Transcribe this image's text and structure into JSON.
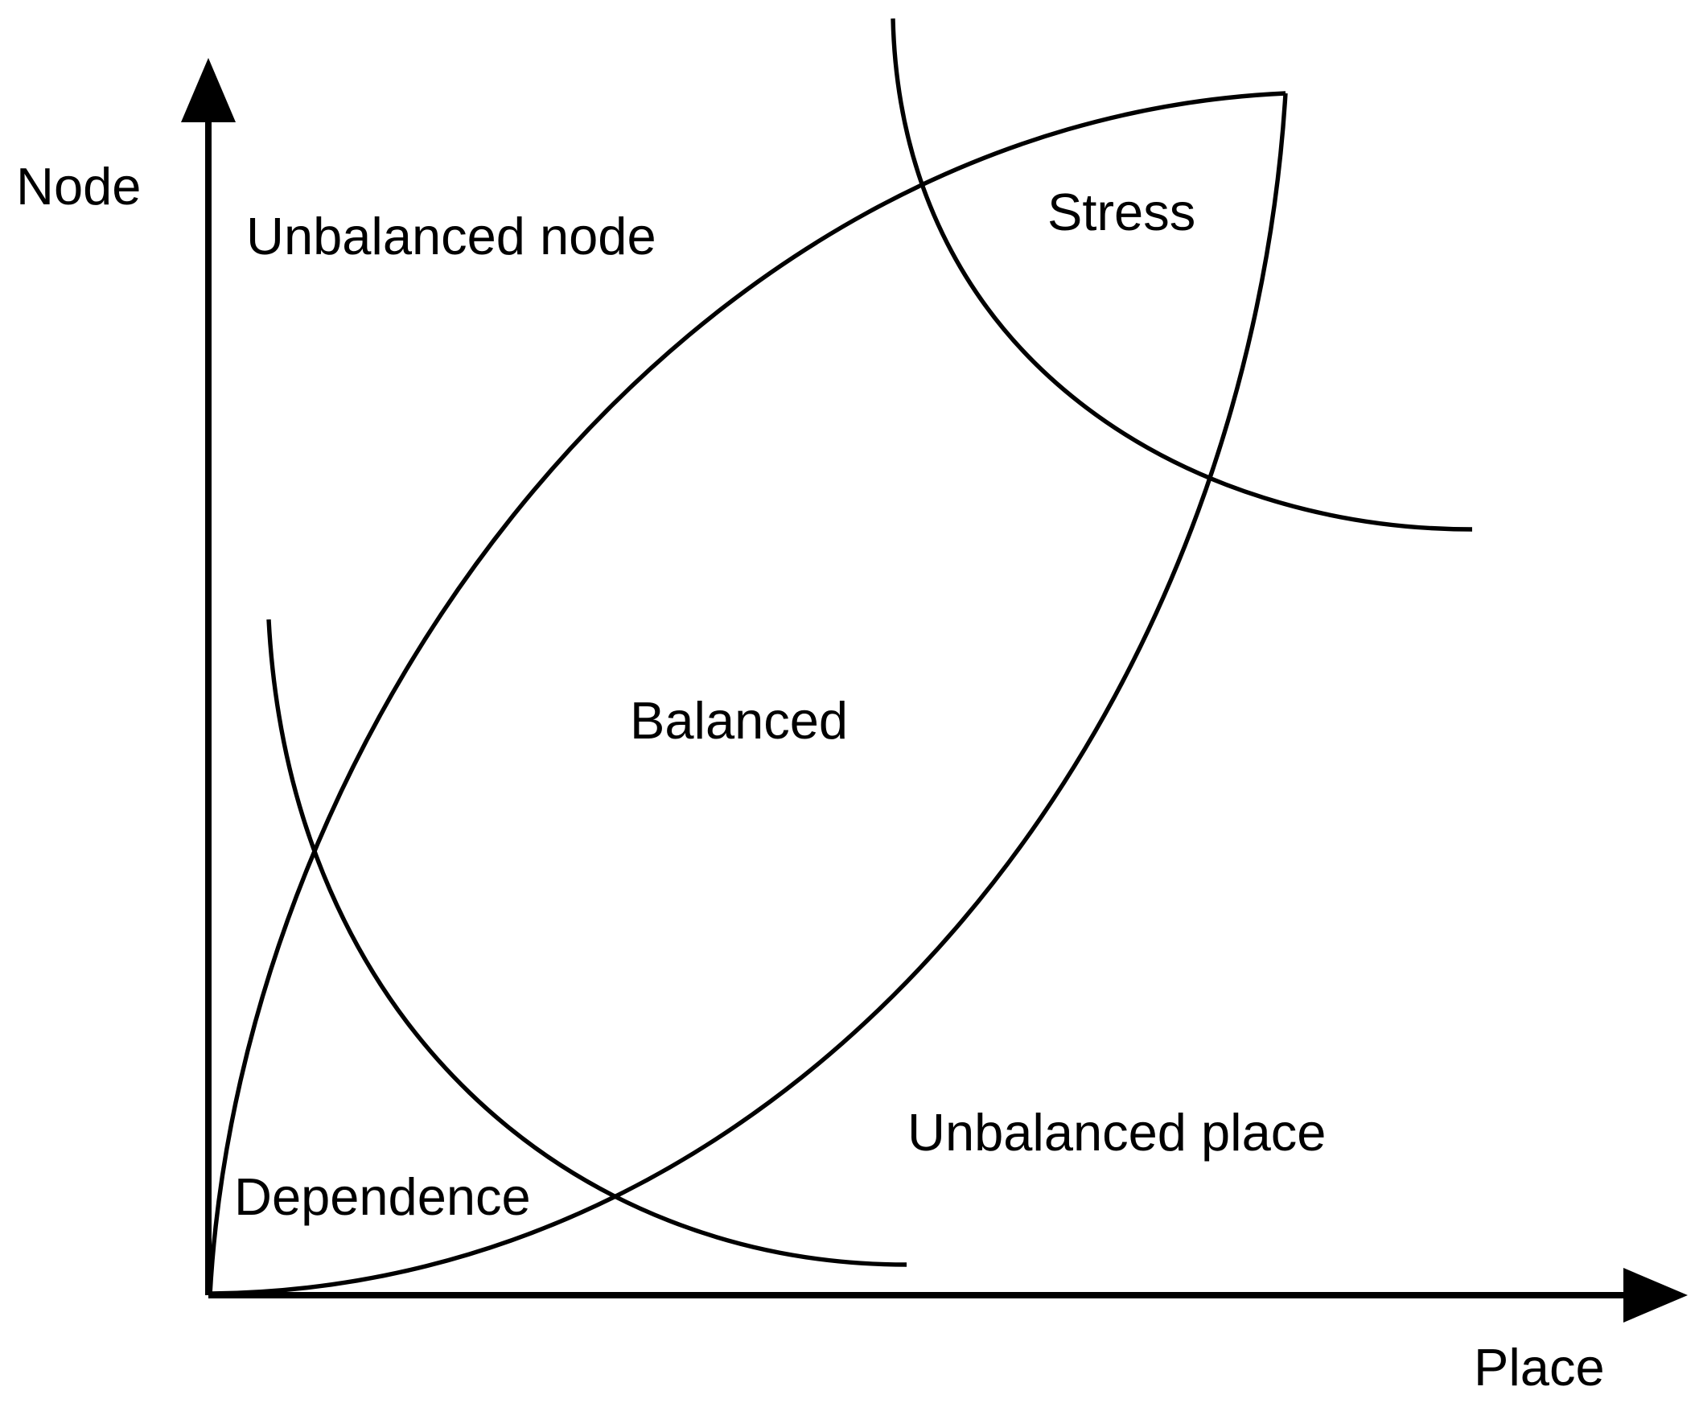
{
  "axes": {
    "x_label": "Place",
    "y_label": "Node"
  },
  "regions": {
    "unbalanced_node": "Unbalanced node",
    "stress": "Stress",
    "balanced": "Balanced",
    "unbalanced_place": "Unbalanced place",
    "dependence": "Dependence"
  },
  "colors": {
    "stroke": "#000000",
    "background": "#ffffff"
  }
}
